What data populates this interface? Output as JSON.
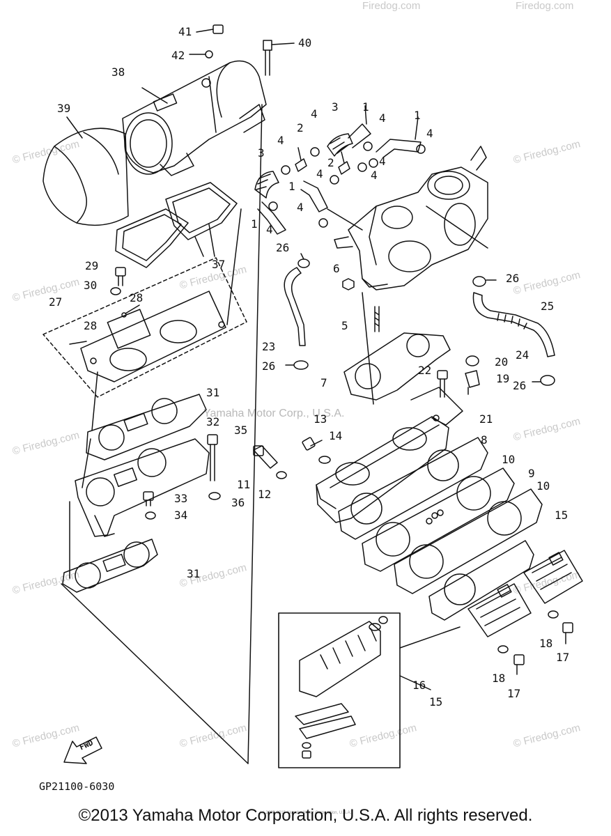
{
  "diagram_code": "GP21100-6030",
  "fwd_label": "FWD",
  "center_watermark": "Yamaha Motor Corp., U.S.A.",
  "watermark_text": "© Firedog.com",
  "watermark_short": "Firedog.com",
  "copyright": "©2013 Yamaha Motor Corporation, U.S.A. All rights reserved.",
  "fine_print": "(c) 2005-2015 Yamaha Motor Corporation, U.S.A.",
  "labels": {
    "p1a": "1",
    "p1b": "1",
    "p1c": "1",
    "p1d": "1",
    "p2a": "2",
    "p2b": "2",
    "p3a": "3",
    "p3b": "3",
    "p4a": "4",
    "p4b": "4",
    "p4c": "4",
    "p4d": "4",
    "p4e": "4",
    "p4f": "4",
    "p4g": "4",
    "p4h": "4",
    "p4i": "4",
    "p5": "5",
    "p6": "6",
    "p7": "7",
    "p8": "8",
    "p9": "9",
    "p10a": "10",
    "p10b": "10",
    "p11": "11",
    "p12": "12",
    "p13": "13",
    "p14": "14",
    "p15a": "15",
    "p15b": "15",
    "p16": "16",
    "p17a": "17",
    "p17b": "17",
    "p18a": "18",
    "p18b": "18",
    "p19": "19",
    "p20": "20",
    "p21": "21",
    "p22": "22",
    "p23": "23",
    "p24": "24",
    "p25": "25",
    "p26a": "26",
    "p26b": "26",
    "p26c": "26",
    "p26d": "26",
    "p27": "27",
    "p28a": "28",
    "p28b": "28",
    "p29": "29",
    "p30": "30",
    "p31a": "31",
    "p31b": "31",
    "p32": "32",
    "p33": "33",
    "p34": "34",
    "p35": "35",
    "p36": "36",
    "p37": "37",
    "p38": "38",
    "p39": "39",
    "p40": "40",
    "p41": "41",
    "p42": "42"
  }
}
